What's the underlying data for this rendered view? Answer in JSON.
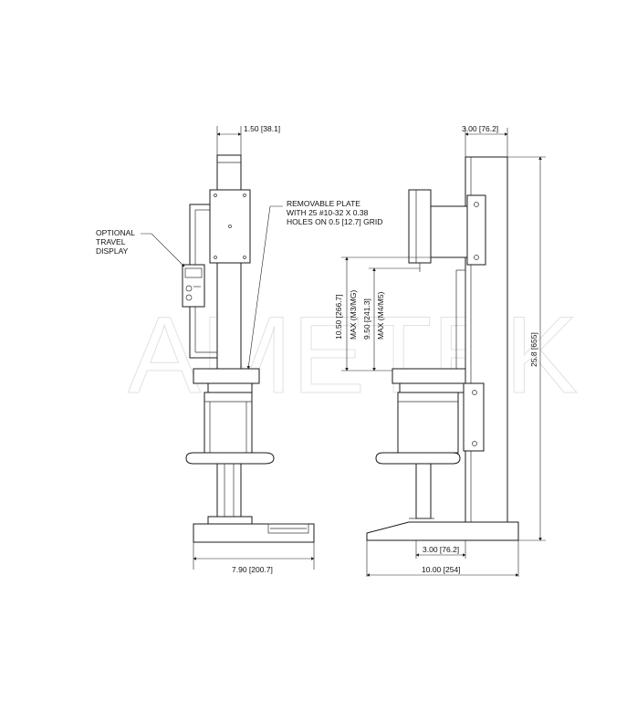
{
  "watermark": "AMETEK",
  "left_view": {
    "top_width": "1.50 [38.1]",
    "plate_callout": [
      "REMOVABLE PLATE",
      "WITH 25 #10-32 X 0.38",
      "HOLES ON 0.5 [12.7] GRID"
    ],
    "display_callout": [
      "OPTIONAL",
      "TRAVEL",
      "DISPLAY"
    ],
    "base_width": "7.90 [200.7]"
  },
  "right_view": {
    "top_width": "3.00 [76.2]",
    "max_travel_m3": [
      "10.50 [266.7]",
      "MAX (M3/MG)"
    ],
    "max_travel_m4": [
      "9.50 [241.3]",
      "MAX (M4/M5)"
    ],
    "overall_height": "25.8 [655]",
    "lower_width": "3.00 [76.2]",
    "base_width": "10.00 [254]"
  }
}
